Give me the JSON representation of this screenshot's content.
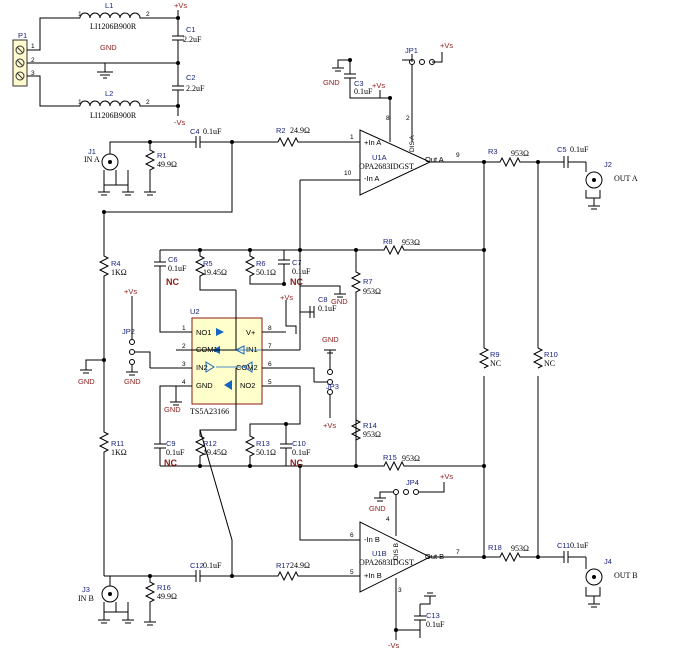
{
  "connector_p1": {
    "ref": "P1",
    "pins": [
      "1",
      "2",
      "3"
    ]
  },
  "inductors": {
    "l1": {
      "ref": "L1",
      "value": "LI1206B900R"
    },
    "l2": {
      "ref": "L2",
      "value": "LI1206B900R"
    }
  },
  "supply": {
    "pos": "+Vs",
    "neg": "-Vs",
    "gnd": "GND"
  },
  "caps": {
    "c1": {
      "ref": "C1",
      "value": "2.2uF"
    },
    "c2": {
      "ref": "C2",
      "value": "2.2uF"
    },
    "c3": {
      "ref": "C3",
      "value": "0.1uF"
    },
    "c4": {
      "ref": "C4",
      "value": "0.1uF"
    },
    "c5": {
      "ref": "C5",
      "value": "0.1uF"
    },
    "c6": {
      "ref": "C6",
      "value": "0.1uF"
    },
    "c7": {
      "ref": "C7",
      "value": "0.1uF"
    },
    "c8": {
      "ref": "C8",
      "value": "0.1uF"
    },
    "c9": {
      "ref": "C9",
      "value": "0.1uF"
    },
    "c10": {
      "ref": "C10",
      "value": "0.1uF"
    },
    "c11": {
      "ref": "C11",
      "value": "0.1uF"
    },
    "c12": {
      "ref": "C12",
      "value": "0.1uF"
    },
    "c13": {
      "ref": "C13",
      "value": "0.1uF"
    }
  },
  "resistors": {
    "r1": {
      "ref": "R1",
      "value": "49.9Ω"
    },
    "r2": {
      "ref": "R2",
      "value": "24.9Ω"
    },
    "r3": {
      "ref": "R3",
      "value": "953Ω"
    },
    "r4": {
      "ref": "R4",
      "value": "1KΩ"
    },
    "r5": {
      "ref": "R5",
      "value": "19.45Ω"
    },
    "r6": {
      "ref": "R6",
      "value": "50.1Ω"
    },
    "r7": {
      "ref": "R7",
      "value": "953Ω"
    },
    "r8": {
      "ref": "R8",
      "value": "953Ω"
    },
    "r9": {
      "ref": "R9",
      "value": "NC"
    },
    "r10": {
      "ref": "R10",
      "value": "NC"
    },
    "r11": {
      "ref": "R11",
      "value": "1KΩ"
    },
    "r12": {
      "ref": "R12",
      "value": "19.45Ω"
    },
    "r13": {
      "ref": "R13",
      "value": "50.1Ω"
    },
    "r14": {
      "ref": "R14",
      "value": "953Ω"
    },
    "r15": {
      "ref": "R15",
      "value": "953Ω"
    },
    "r16": {
      "ref": "R16",
      "value": "49.9Ω"
    },
    "r17": {
      "ref": "R17",
      "value": "24.9Ω"
    },
    "r18": {
      "ref": "R18",
      "value": "953Ω"
    }
  },
  "nc_label": "NC",
  "jacks": {
    "j1": {
      "ref": "J1",
      "name": "IN A"
    },
    "j2": {
      "ref": "J2",
      "name": "OUT A"
    },
    "j3": {
      "ref": "J3",
      "name": "IN B"
    },
    "j4": {
      "ref": "J4",
      "name": "OUT B"
    }
  },
  "jumpers": {
    "jp1": "JP1",
    "jp2": "JP2",
    "jp3": "JP3",
    "jp4": "JP4"
  },
  "opamp_a": {
    "ref": "U1A",
    "part": "OPA2683IDGST",
    "in_pos": "+In A",
    "in_neg": "-In A",
    "out": "Out A",
    "pin_in_pos": "1",
    "pin_in_neg": "10",
    "pin_out": "9",
    "pin_vs": "8",
    "pin_dis": "2",
    "dis": "DIS A"
  },
  "opamp_b": {
    "ref": "U1B",
    "part": "OPA2683IDGST",
    "in_pos": "+In B",
    "in_neg": "-In B",
    "out": "Out B",
    "pin_in_pos": "5",
    "pin_in_neg": "6",
    "pin_out": "7",
    "pin_vs": "3",
    "pin_dis": "4",
    "dis": "DIS B"
  },
  "switch_u2": {
    "ref": "U2",
    "part": "TS5A23166",
    "pins": {
      "no1": "NO1",
      "com1": "COM1",
      "in2": "IN2",
      "gnd": "GND",
      "vp": "V+",
      "in1": "IN1",
      "com2": "COM2",
      "no2": "NO2"
    },
    "nums": [
      "1",
      "2",
      "3",
      "4",
      "8",
      "7",
      "6",
      "5"
    ]
  },
  "colors": {
    "ic_fill": "#ffffcc",
    "ic_border": "#8b1a1a",
    "ref_text": "#1a237e",
    "label_text": "#8b1a1a",
    "arrow": "#1565c0"
  }
}
